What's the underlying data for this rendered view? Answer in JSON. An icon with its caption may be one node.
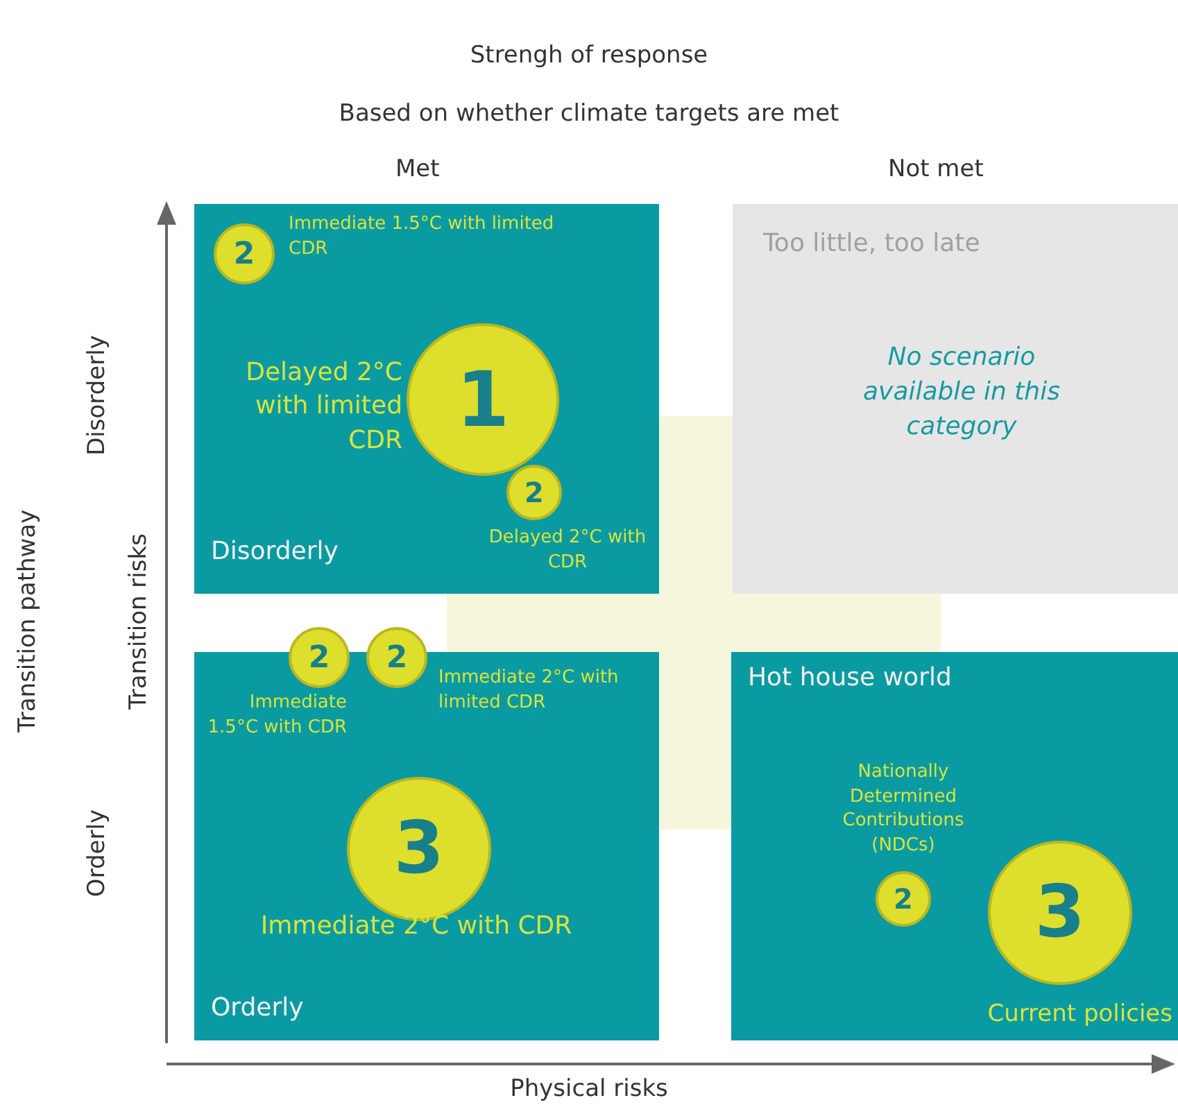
{
  "diagram": {
    "title": "Strengh of response",
    "nodes": [
      {
        "text": [
          "Disorderly"
        ]
      },
      {
        "text": [
          "2"
        ],
        "beside": [
          "Immediate 1.5°C with limited CDR"
        ],
        "in": 0
      },
      {
        "text": [
          "1"
        ],
        "beside": [
          "Delayed 2°C with limited CDR"
        ],
        "in": 0
      },
      {
        "text": [
          "2"
        ],
        "beside": [
          "Delayed 2°C with CDR"
        ],
        "in": 0
      },
      {
        "text": [
          "Too little, too late",
          "No scenario available in this category"
        ]
      },
      {
        "text": [
          "Orderly"
        ]
      },
      {
        "text": [
          "2"
        ],
        "beside": [
          "Immediate 1.5°C with CDR"
        ],
        "in": 5
      },
      {
        "text": [
          "2"
        ],
        "beside": [
          "Immediate 2°C with limited CDR"
        ],
        "in": 5
      },
      {
        "text": [
          "3"
        ],
        "beside": [
          "Immediate 2°C with CDR"
        ],
        "in": 5
      },
      {
        "text": [
          "Hot house world"
        ]
      },
      {
        "text": [
          "2"
        ],
        "beside": [
          "Nationally Determined Contributions (NDCs)"
        ],
        "in": 9
      },
      {
        "text": [
          "3"
        ],
        "beside": [
          "Current policies"
        ],
        "in": 9
      }
    ],
    "labels": [
      "Based on whether climate targets are met",
      "Met",
      "Not met",
      "Transition pathway",
      "Disorderly",
      "Orderly",
      "Transition risks",
      "Physical risks"
    ]
  }
}
